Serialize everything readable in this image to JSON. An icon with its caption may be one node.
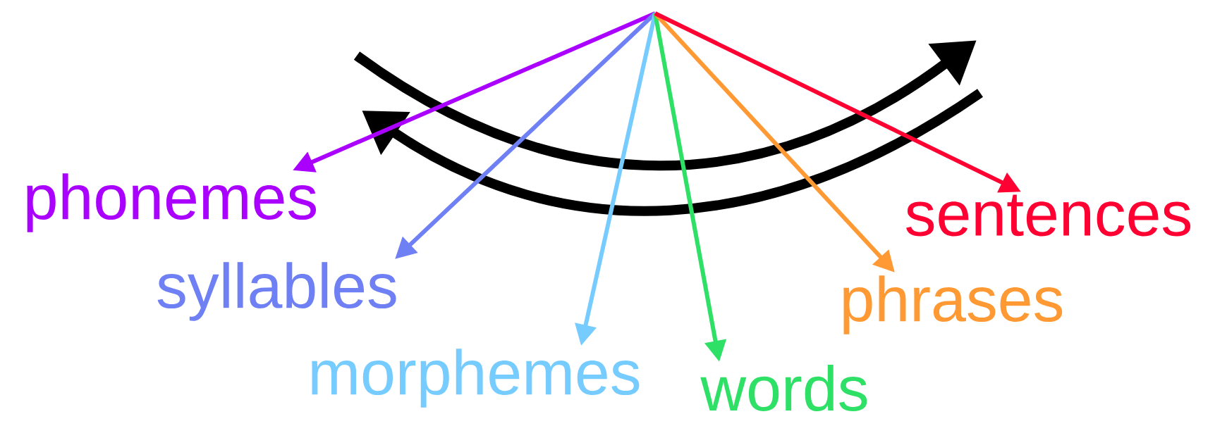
{
  "diagram": {
    "nodes": [
      {
        "text": [
          "phonemes"
        ]
      },
      {
        "text": [
          "syllables"
        ]
      },
      {
        "text": [
          "morphemes"
        ]
      },
      {
        "text": [
          "words"
        ]
      },
      {
        "text": [
          "phrases"
        ]
      },
      {
        "text": [
          "sentences"
        ]
      }
    ],
    "edges": [
      {
        "from": null,
        "to": 0,
        "arrow": "to",
        "color": "#aa00ff"
      },
      {
        "from": null,
        "to": 1,
        "arrow": "to",
        "color": "#6f80f5"
      },
      {
        "from": null,
        "to": 2,
        "arrow": "to",
        "color": "#77ccff"
      },
      {
        "from": null,
        "to": 3,
        "arrow": "to",
        "color": "#2ee066"
      },
      {
        "from": null,
        "to": 4,
        "arrow": "to",
        "color": "#ff9933"
      },
      {
        "from": null,
        "to": 5,
        "arrow": "to",
        "color": "#ff0033"
      }
    ]
  }
}
